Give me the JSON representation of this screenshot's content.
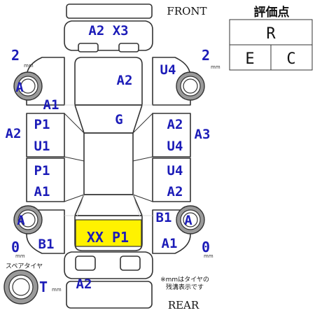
{
  "labels": {
    "front": "FRONT",
    "rear": "REAR",
    "spare_tire": "スペアタイヤ",
    "mm": "mm",
    "note_line1": "※mmはタイヤの",
    "note_line2": "残溝表示です"
  },
  "grade": {
    "title": "評価点",
    "overall": "R",
    "exterior": "E",
    "interior": "C"
  },
  "tread": {
    "front_left": "2",
    "front_right": "2",
    "rear_left": "0",
    "rear_right": "0",
    "spare": "T"
  },
  "tires": {
    "front_left": "A",
    "rear_left": "A",
    "rear_right": "A"
  },
  "damage": {
    "front_bumper": "A2 X3",
    "hood": "A2",
    "front_right_fender": "U4",
    "left_front_pillar": "A1",
    "roof": "G",
    "left_front_fender_side": "A2",
    "right_front_fender_side": "A3",
    "left_front_door_1": "P1",
    "left_front_door_2": "U1",
    "left_rear_door_1": "P1",
    "left_rear_door_2": "A1",
    "right_front_door_1": "A2",
    "right_front_door_2": "U4",
    "right_rear_door_1": "U4",
    "right_rear_door_2": "A2",
    "right_rear_pillar": "B1",
    "trunk": "XX P1",
    "left_rear_fender": "B1",
    "right_rear_fender": "A1",
    "rear_bumper": "A2"
  },
  "colors": {
    "damage_code": "#1c1cb8",
    "highlight": "#fff200",
    "tire_gray": "#9a9a9a"
  }
}
